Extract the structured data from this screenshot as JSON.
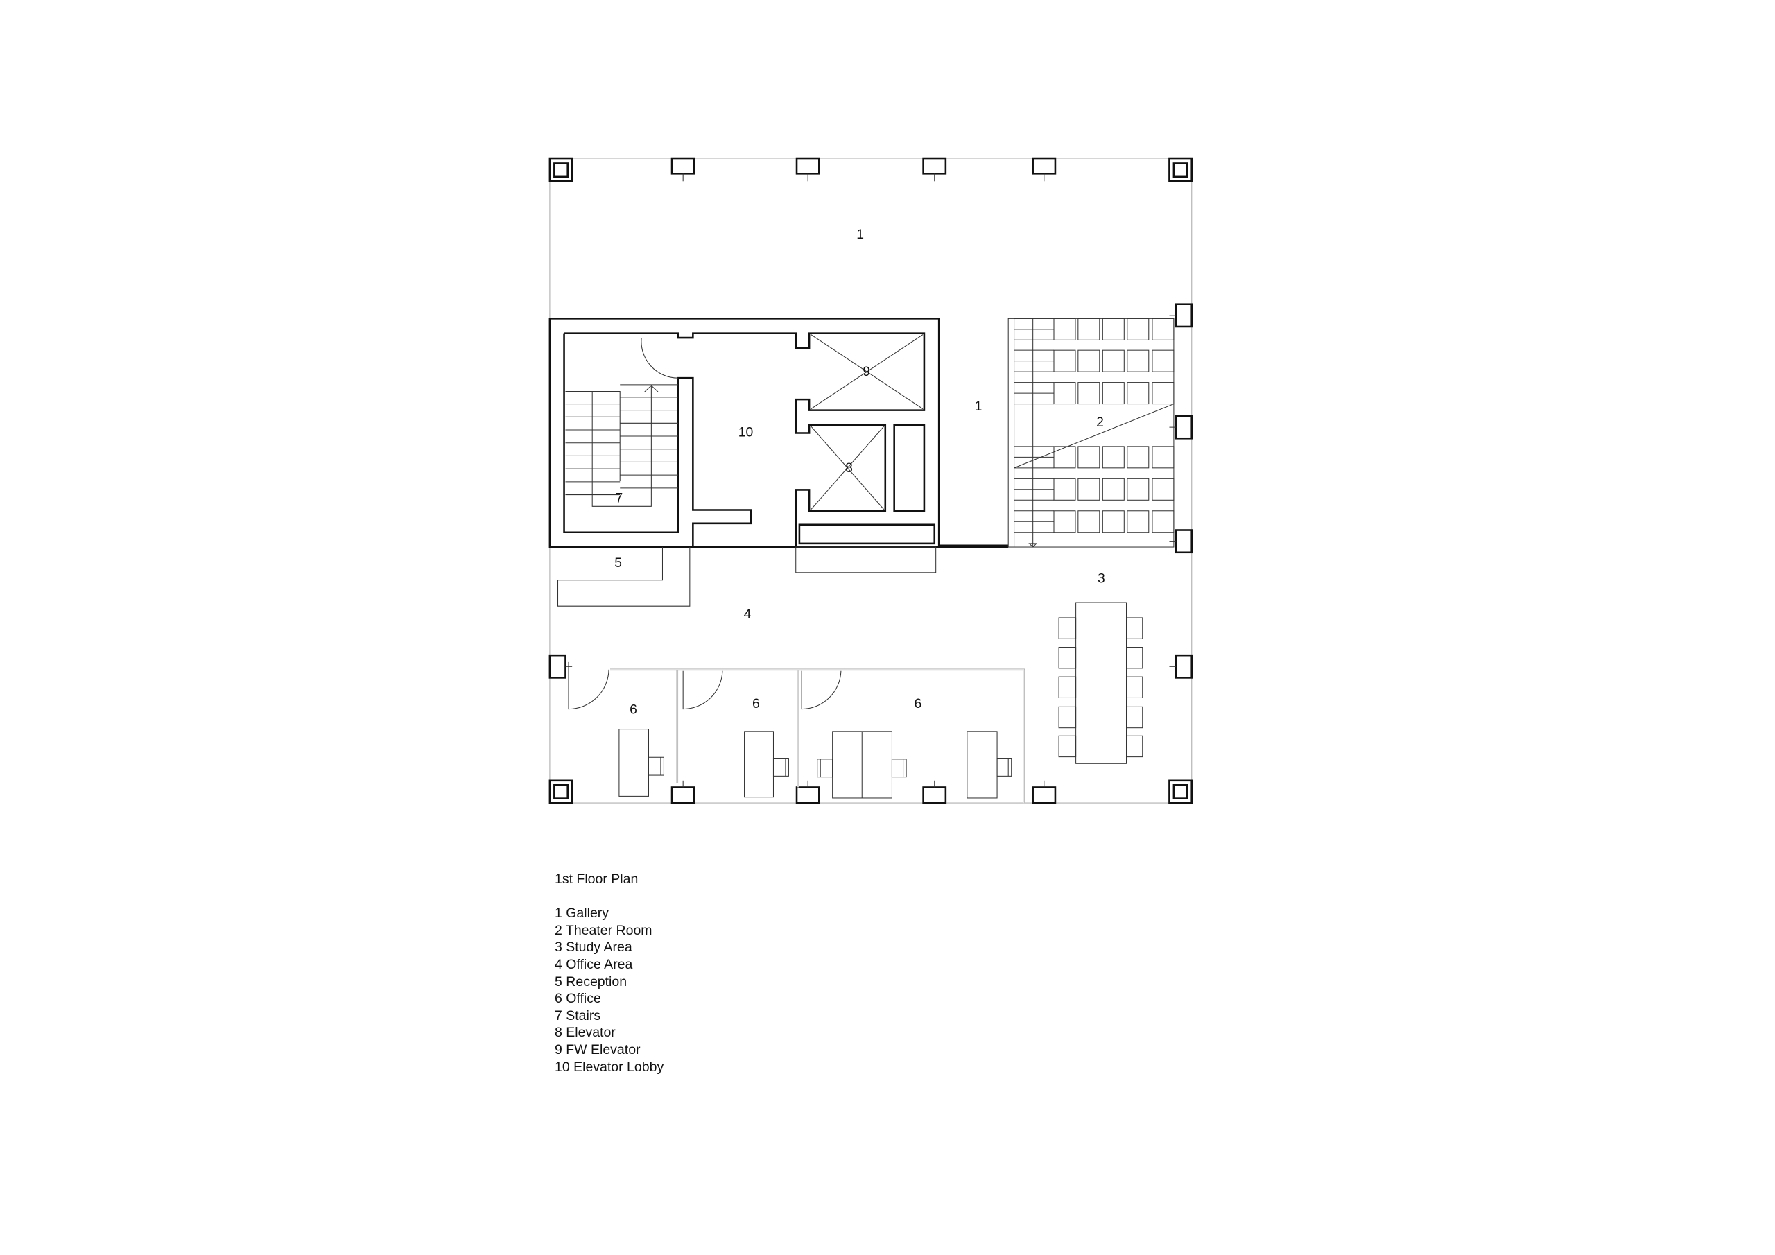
{
  "plan": {
    "room_labels": {
      "gallery_north": "1",
      "gallery_east": "1",
      "theater": "2",
      "study": "3",
      "office_area": "4",
      "reception": "5",
      "office_a": "6",
      "office_b": "6",
      "office_c": "6",
      "stairs": "7",
      "elevator": "8",
      "fw_elevator": "9",
      "elevator_lobby": "10"
    }
  },
  "legend": {
    "title": "1st Floor Plan",
    "items": [
      "1 Gallery",
      "2 Theater Room",
      "3 Study Area",
      "4 Office Area",
      "5 Reception",
      "6 Office",
      "7 Stairs",
      "8 Elevator",
      "9 FW Elevator",
      "10 Elevator Lobby"
    ]
  }
}
